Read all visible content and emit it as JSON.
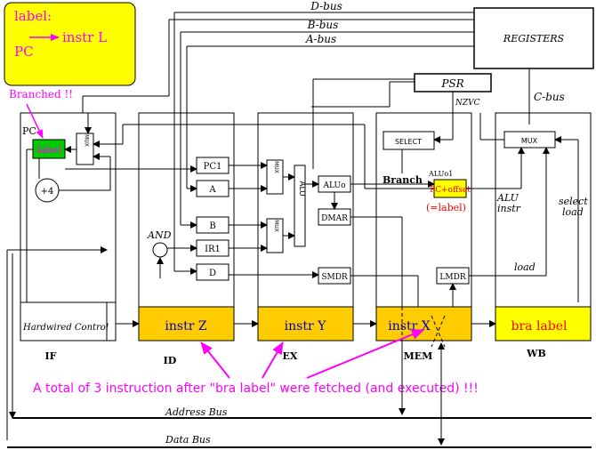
{
  "legend": {
    "label": "label:",
    "arrow_text": "instr L",
    "pc": "PC"
  },
  "branched_note": "Branched !!",
  "buses": {
    "d_bus": "D-bus",
    "b_bus": "B-bus",
    "a_bus": "A-bus",
    "c_bus": "C-bus",
    "address_bus": "Address Bus",
    "data_bus": "Data Bus"
  },
  "blocks": {
    "registers": "REGISTERS",
    "psr": "PSR",
    "nzvc": "NZVC",
    "select": "SELECT",
    "pc_label": "PC",
    "pc_reg": "label",
    "mux": "MUX",
    "plus4": "+4",
    "pc1": "PC1",
    "a": "A",
    "b": "B",
    "ir1": "IR1",
    "d": "D",
    "and_gate": "AND",
    "alu": "ALU",
    "aluo": "ALUo",
    "dmar": "DMAR",
    "smdr": "SMDR",
    "lmdr": "LMDR",
    "aluo1": "ALUo1",
    "pc_offset": "PC+offset",
    "eq_label": "(=label)",
    "branch": "Branch",
    "alu_instr_1": "ALU",
    "alu_instr_2": "instr",
    "select_load_1": "select",
    "select_load_2": "load",
    "load": "load",
    "hardwired": "Hardwired Control"
  },
  "stages": {
    "if": "IF",
    "id": "ID",
    "ex": "EX",
    "mem": "MEM",
    "wb": "WB",
    "instr_z": "instr Z",
    "instr_y": "instr Y",
    "instr_x": "instr X",
    "bra_label": "bra label"
  },
  "annotation": "A total of 3 instruction after \"bra label\" were fetched (and executed) !!!",
  "colors": {
    "yellow": "#ffff00",
    "orange": "#ffcc00",
    "green": "#00cc00",
    "magenta": "#ff00ff",
    "red": "#ff0000",
    "blue": "#0000cc"
  }
}
